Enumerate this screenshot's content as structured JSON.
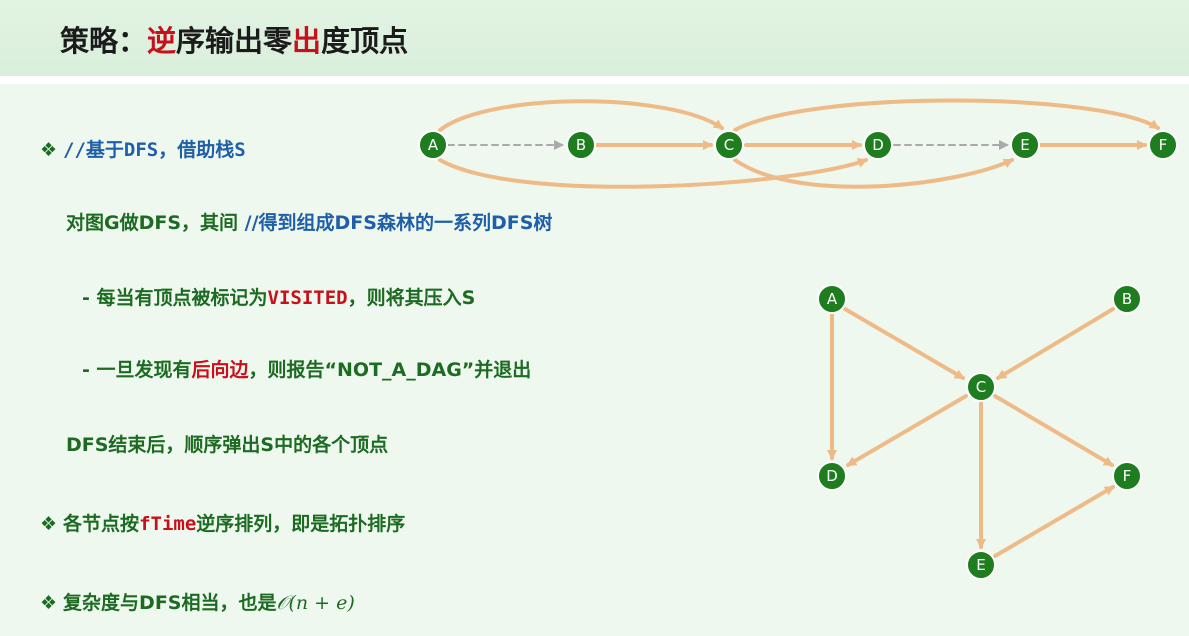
{
  "title": {
    "pre": "策略：",
    "red1": "逆",
    "mid": "序输出零",
    "red2": "出",
    "post": "度顶点"
  },
  "lines": {
    "l1": {
      "bullet": "❖",
      "text": "//基于DFS，借助栈S"
    },
    "l2": {
      "a": "对图G做DFS，其间 ",
      "b": "//得到组成DFS森林的一系列DFS树"
    },
    "l3": {
      "a": "- 每当有顶点被标记为",
      "kw": "VISITED",
      "b": "，则将其压入S"
    },
    "l4": {
      "a": "- 一旦发现有",
      "kw": "后向边",
      "b": "，则报告“NOT_A_DAG”并退出"
    },
    "l5": {
      "text": "DFS结束后，顺序弹出S中的各个顶点"
    },
    "l6": {
      "bullet": "❖",
      "a": "各节点按",
      "kw": "fTime",
      "b": "逆序排列，即是拓扑排序"
    },
    "l7": {
      "bullet": "❖",
      "a": "复杂度与DFS相当，也是",
      "math": "𝒪(n + e)"
    }
  },
  "graph_top": {
    "nodes": [
      "A",
      "B",
      "C",
      "D",
      "E",
      "F"
    ]
  },
  "graph_right": {
    "nodes": [
      "A",
      "B",
      "C",
      "D",
      "E",
      "F"
    ]
  },
  "colors": {
    "node": "#1e7d1e",
    "edge": "#eebb88",
    "dashed": "#aaaaaa",
    "text_green": "#1d6b22",
    "text_blue": "#1f5ea8",
    "accent_red": "#c8101a"
  }
}
